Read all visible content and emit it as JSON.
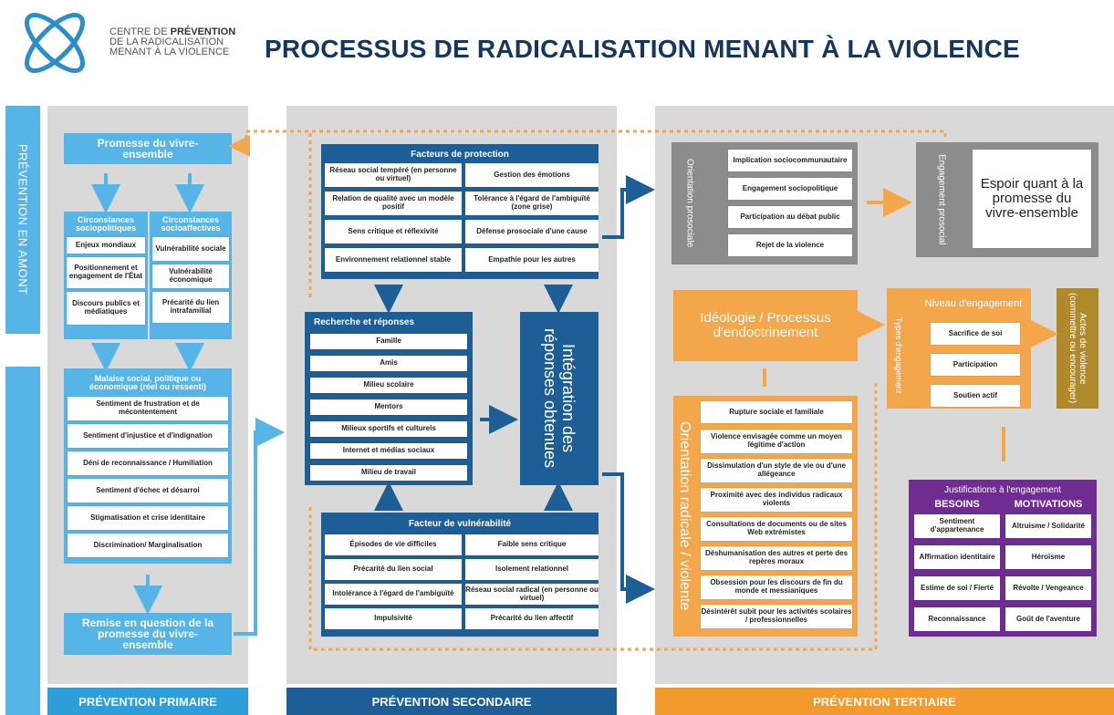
{
  "org": {
    "line1": "CENTRE DE ",
    "line1_bold": "PRÉVENTION",
    "line2": "DE LA RADICALISATION",
    "line3": "MENANT À LA VIOLENCE"
  },
  "title": "PROCESSUS DE RADICALISATION MENANT À LA VIOLENCE",
  "side_label": "PRÉVENTION EN AMONT",
  "primary": {
    "promise": "Promesse du vivre-ensemble",
    "socio_political": {
      "title": "Circonstances sociopolitiques",
      "items": [
        "Enjeux mondiaux",
        "Positionnement et engagement de l'État",
        "Discours publics et médiatiques"
      ]
    },
    "socio_affective": {
      "title": "Circonstances socioaffectives",
      "items": [
        "Vulnérabilité sociale",
        "Vulnérabilité économique",
        "Précarité du lien intrafamilial"
      ]
    },
    "malaise": {
      "title": "Malaise social, politique ou économique (réel ou ressenti)",
      "items": [
        "Sentiment de frustration et de mécontentement",
        "Sentiment d'injustice et d'indignation",
        "Déni de reconnaissance / Humiliation",
        "Sentiment d'échec et désarroi",
        "Stigmatisation et crise identitaire",
        "Discrimination/ Marginalisation"
      ]
    },
    "remise": "Remise en question de la promesse du vivre-ensemble"
  },
  "secondary": {
    "protection": {
      "title": "Facteurs de protection",
      "items": [
        "Réseau social tempéré (en personne ou virtuel)",
        "Gestion des émotions",
        "Relation de qualité avec un modèle positif",
        "Tolérance à l'égard de l'ambiguïté (zone grise)",
        "Sens critique et réflexivité",
        "Défense prosociale d'une cause",
        "Environnement relationnel stable",
        "Empathie pour les autres"
      ]
    },
    "recherche": {
      "title": "Recherche et réponses",
      "items": [
        "Famille",
        "Amis",
        "Milieu scolaire",
        "Mentors",
        "Milieux sportifs et culturels",
        "Internet et médias sociaux",
        "Milieu de travail"
      ]
    },
    "integration": "Intégration des réponses obtenues",
    "vulnerabilite": {
      "title": "Facteur de vulnérabilité",
      "items": [
        "Épisodes de vie difficiles",
        "Faible sens critique",
        "Précarité du lien social",
        "Isolement relationnel",
        "Intolérance à l'égard de l'ambiguïté",
        "Réseau social radical (en personne ou virtuel)",
        "Impulsivité",
        "Précarité du lien affectif"
      ]
    }
  },
  "tertiary": {
    "prosocial_label": "Orientation prosociale",
    "prosocial_items": [
      "Implication sociocommunautaire",
      "Engagement sociopolitique",
      "Participation au débat public",
      "Rejet de la violence"
    ],
    "engagement_prosocial_label": "Engagement prosocial",
    "espoir": "Espoir quant à la promesse du vivre-ensemble",
    "ideologie": "Idéologie / Processus d'endoctrinement",
    "types_label": "Types d'engagement",
    "niveau_title": "Niveau d'engagement",
    "niveau_items": [
      "Sacrifice de soi",
      "Participation",
      "Soutien actif"
    ],
    "actes": "Actes de violence (commettre ou encourager)",
    "radical_label": "Orientation radicale / violente",
    "radical_items": [
      "Rupture sociale et familiale",
      "Violence envisagée comme un moyen légitime d'action",
      "Dissimulation d'un style de vie ou d'une allégeance",
      "Proximité avec des individus radicaux violents",
      "Consultations de documents ou de sites Web extrémistes",
      "Déshumanisation des autres et perte des repères moraux",
      "Obsession pour les discours de fin du monde et messianiques",
      "Désintérêt subit pour les activités scolaires / professionnelles"
    ],
    "justifications": {
      "title": "Justifications à l'engagement",
      "besoins_h": "BESOINS",
      "motivations_h": "MOTIVATIONS",
      "besoins": [
        "Sentiment d'appartenance",
        "Affirmation identitaire",
        "Estime de soi / Fierté",
        "Reconnaissance"
      ],
      "motivations": [
        "Altruisme / Solidarité",
        "Héroïsme",
        "Révolte / Vengeance",
        "Goût de l'aventure"
      ]
    }
  },
  "footer": {
    "primaire": "PRÉVENTION PRIMAIRE",
    "secondaire": "PRÉVENTION SECONDAIRE",
    "tertiaire": "PRÉVENTION TERTIAIRE"
  },
  "colors": {
    "light_blue": "#56b4e6",
    "dark_blue": "#1d5e96",
    "orange": "#f4a74a",
    "gray": "#8c8c8c",
    "purple": "#6f2c91",
    "olive": "#b08a2a"
  }
}
